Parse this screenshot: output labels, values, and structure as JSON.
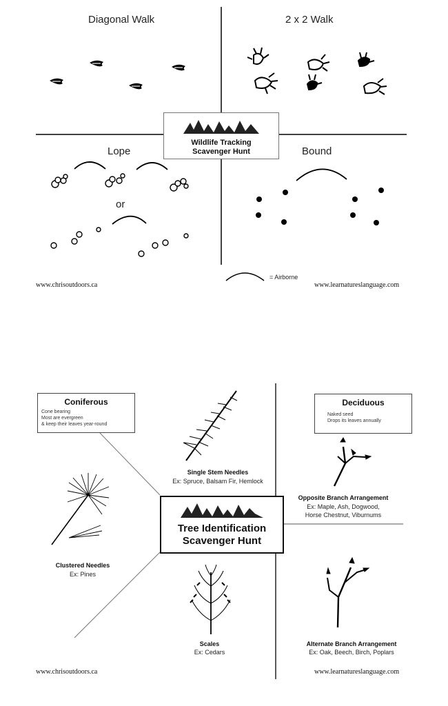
{
  "tracking": {
    "diagonal_walk": "Diagonal Walk",
    "two_by_two_walk": "2 x 2 Walk",
    "lope": "Lope",
    "or": "or",
    "bound": "Bound",
    "title_line1": "Wildlife Tracking",
    "title_line2": "Scavenger Hunt",
    "airborne_legend": "= Airborne",
    "url_left": "www.chrisoutdoors.ca",
    "url_right": "www.learnatureslanguage.com"
  },
  "trees": {
    "title_line1": "Tree Identification",
    "title_line2": "Scavenger Hunt",
    "coniferous": {
      "title": "Coniferous",
      "lines": [
        "Cone bearing",
        "Most are evergreen",
        "& keep their leaves year-round"
      ]
    },
    "deciduous": {
      "title": "Deciduous",
      "lines": [
        "Naked seed",
        "Drops its leaves annually"
      ]
    },
    "single_stem": {
      "title": "Single Stem Needles",
      "examples": "Ex: Spruce, Balsam Fir, Hemlock"
    },
    "clustered": {
      "title": "Clustered Needles",
      "examples": "Ex: Pines"
    },
    "scales": {
      "title": "Scales",
      "examples": "Ex: Cedars"
    },
    "opposite": {
      "title": "Opposite Branch Arrangement",
      "examples_line1": "Ex: Maple, Ash, Dogwood,",
      "examples_line2": "Horse Chestnut, Viburnums"
    },
    "alternate": {
      "title": "Alternate Branch Arrangement",
      "examples": "Ex: Oak, Beech, Birch, Poplars"
    },
    "url_left": "www.chrisoutdoors.ca",
    "url_right": "www.learnatureslanguage.com"
  }
}
